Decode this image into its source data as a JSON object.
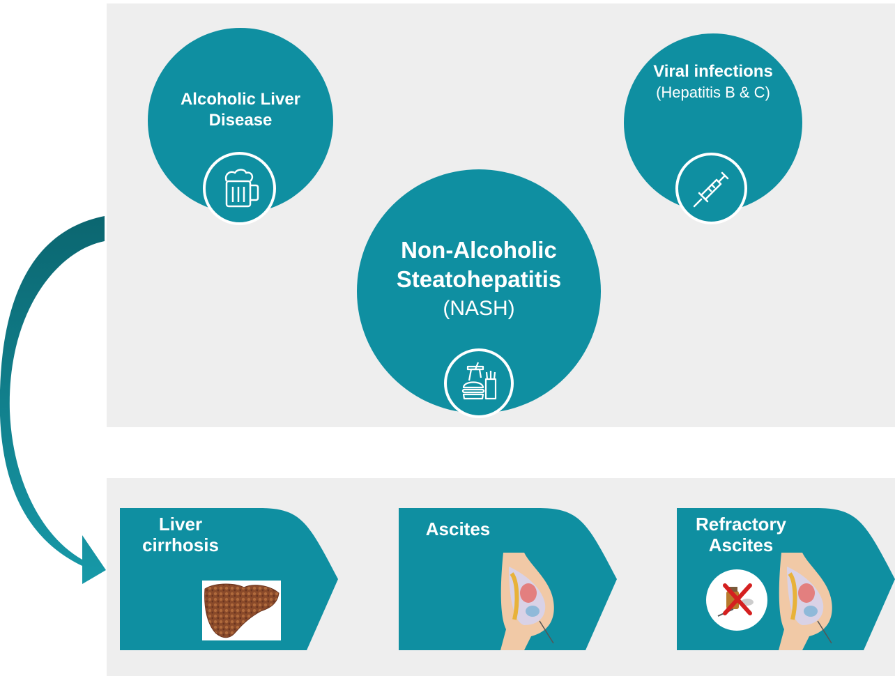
{
  "colors": {
    "teal": "#0f8fa1",
    "panel_bg": "#eeeeee",
    "arrow_dark": "#0b6670"
  },
  "causes": {
    "alcoholic": {
      "title": "Alcoholic Liver Disease",
      "icon": "beer-mug-icon"
    },
    "viral": {
      "title": "Viral infections",
      "subtitle": "(Hepatitis B & C)",
      "icon": "syringe-icon"
    },
    "nash": {
      "title": "Non-Alcoholic Steatohepatitis",
      "subtitle": "(NASH)",
      "icon": "fast-food-icon"
    }
  },
  "stages": [
    {
      "label": "Liver cirrhosis",
      "image": "cirrhotic-liver-image"
    },
    {
      "label": "Ascites",
      "image": "ascites-abdomen-image"
    },
    {
      "label": "Refractory Ascites",
      "image": "ascites-abdomen-image",
      "badge": "no-diuretics-icon"
    }
  ]
}
